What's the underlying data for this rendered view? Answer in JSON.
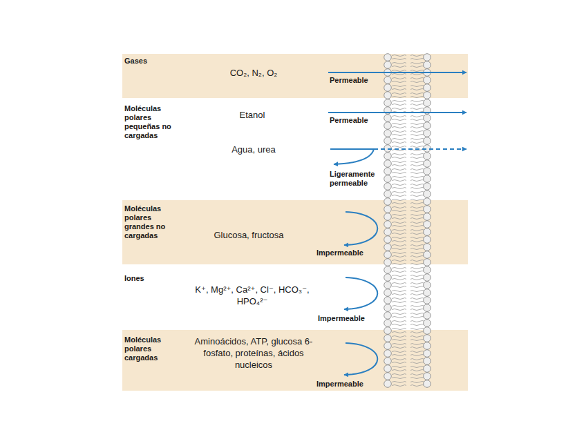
{
  "diagram": {
    "nodes": [
      {
        "text": [
          "Gases",
          "CO₂, N₂, O₂"
        ]
      },
      {
        "text": [
          "Moléculas polares pequeñas no cargadas",
          "Etanol",
          "Agua, urea"
        ]
      },
      {
        "text": [
          "Moléculas polares grandes no cargadas",
          "Glucosa, fructosa"
        ]
      },
      {
        "text": [
          "Iones",
          "K⁺, Mg²⁺, Ca²⁺, Cl⁻, HCO₃⁻, HPO₄²⁻"
        ]
      },
      {
        "text": [
          "Moléculas polares cargadas",
          "Aminoácidos, ATP, glucosa 6-fosfato, proteínas, ácidos nucleicos"
        ]
      }
    ],
    "labels": [
      "Permeable",
      "Permeable",
      "Ligeramente permeable",
      "Impermeable",
      "Impermeable",
      "Impermeable"
    ]
  }
}
